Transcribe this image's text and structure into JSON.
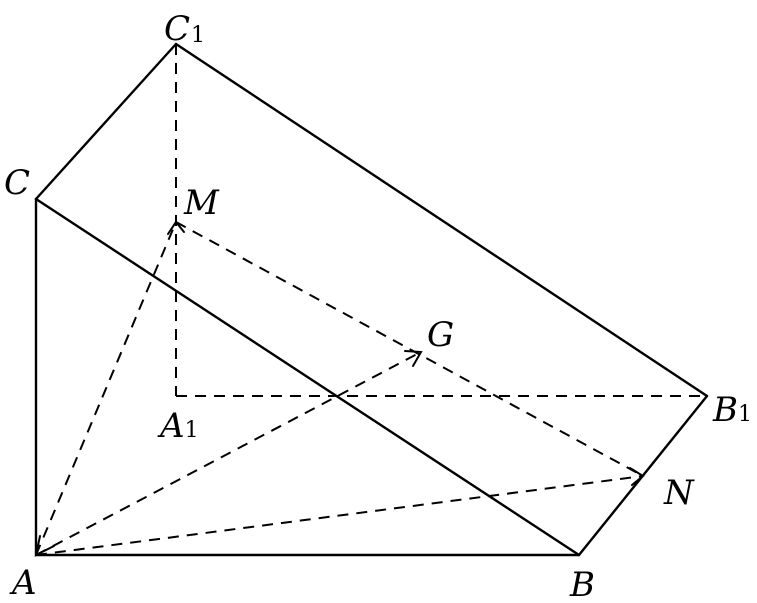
{
  "labels": {
    "C1": {
      "main": "C",
      "sub": "1"
    },
    "C": {
      "main": "C"
    },
    "M": {
      "main": "M"
    },
    "G": {
      "main": "G"
    },
    "A1": {
      "main": "A",
      "sub": "1"
    },
    "B1": {
      "main": "B",
      "sub": "1"
    },
    "N": {
      "main": "N"
    },
    "A": {
      "main": "A"
    },
    "B": {
      "main": "B"
    }
  }
}
